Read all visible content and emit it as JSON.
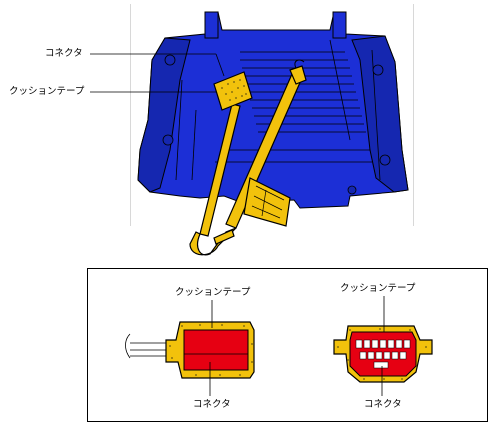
{
  "main": {
    "label_connector": "コネクタ",
    "label_cushion_tape": "クッションテープ"
  },
  "detail_left": {
    "label_cushion_tape": "クッションテープ",
    "label_connector": "コネクタ"
  },
  "detail_right": {
    "label_cushion_tape": "クッションテープ",
    "label_connector": "コネクタ"
  },
  "colors": {
    "unit_blue": "#1c2fd6",
    "harness_yellow": "#f2c20c",
    "connector_red": "#e60012",
    "outline": "#000000"
  }
}
